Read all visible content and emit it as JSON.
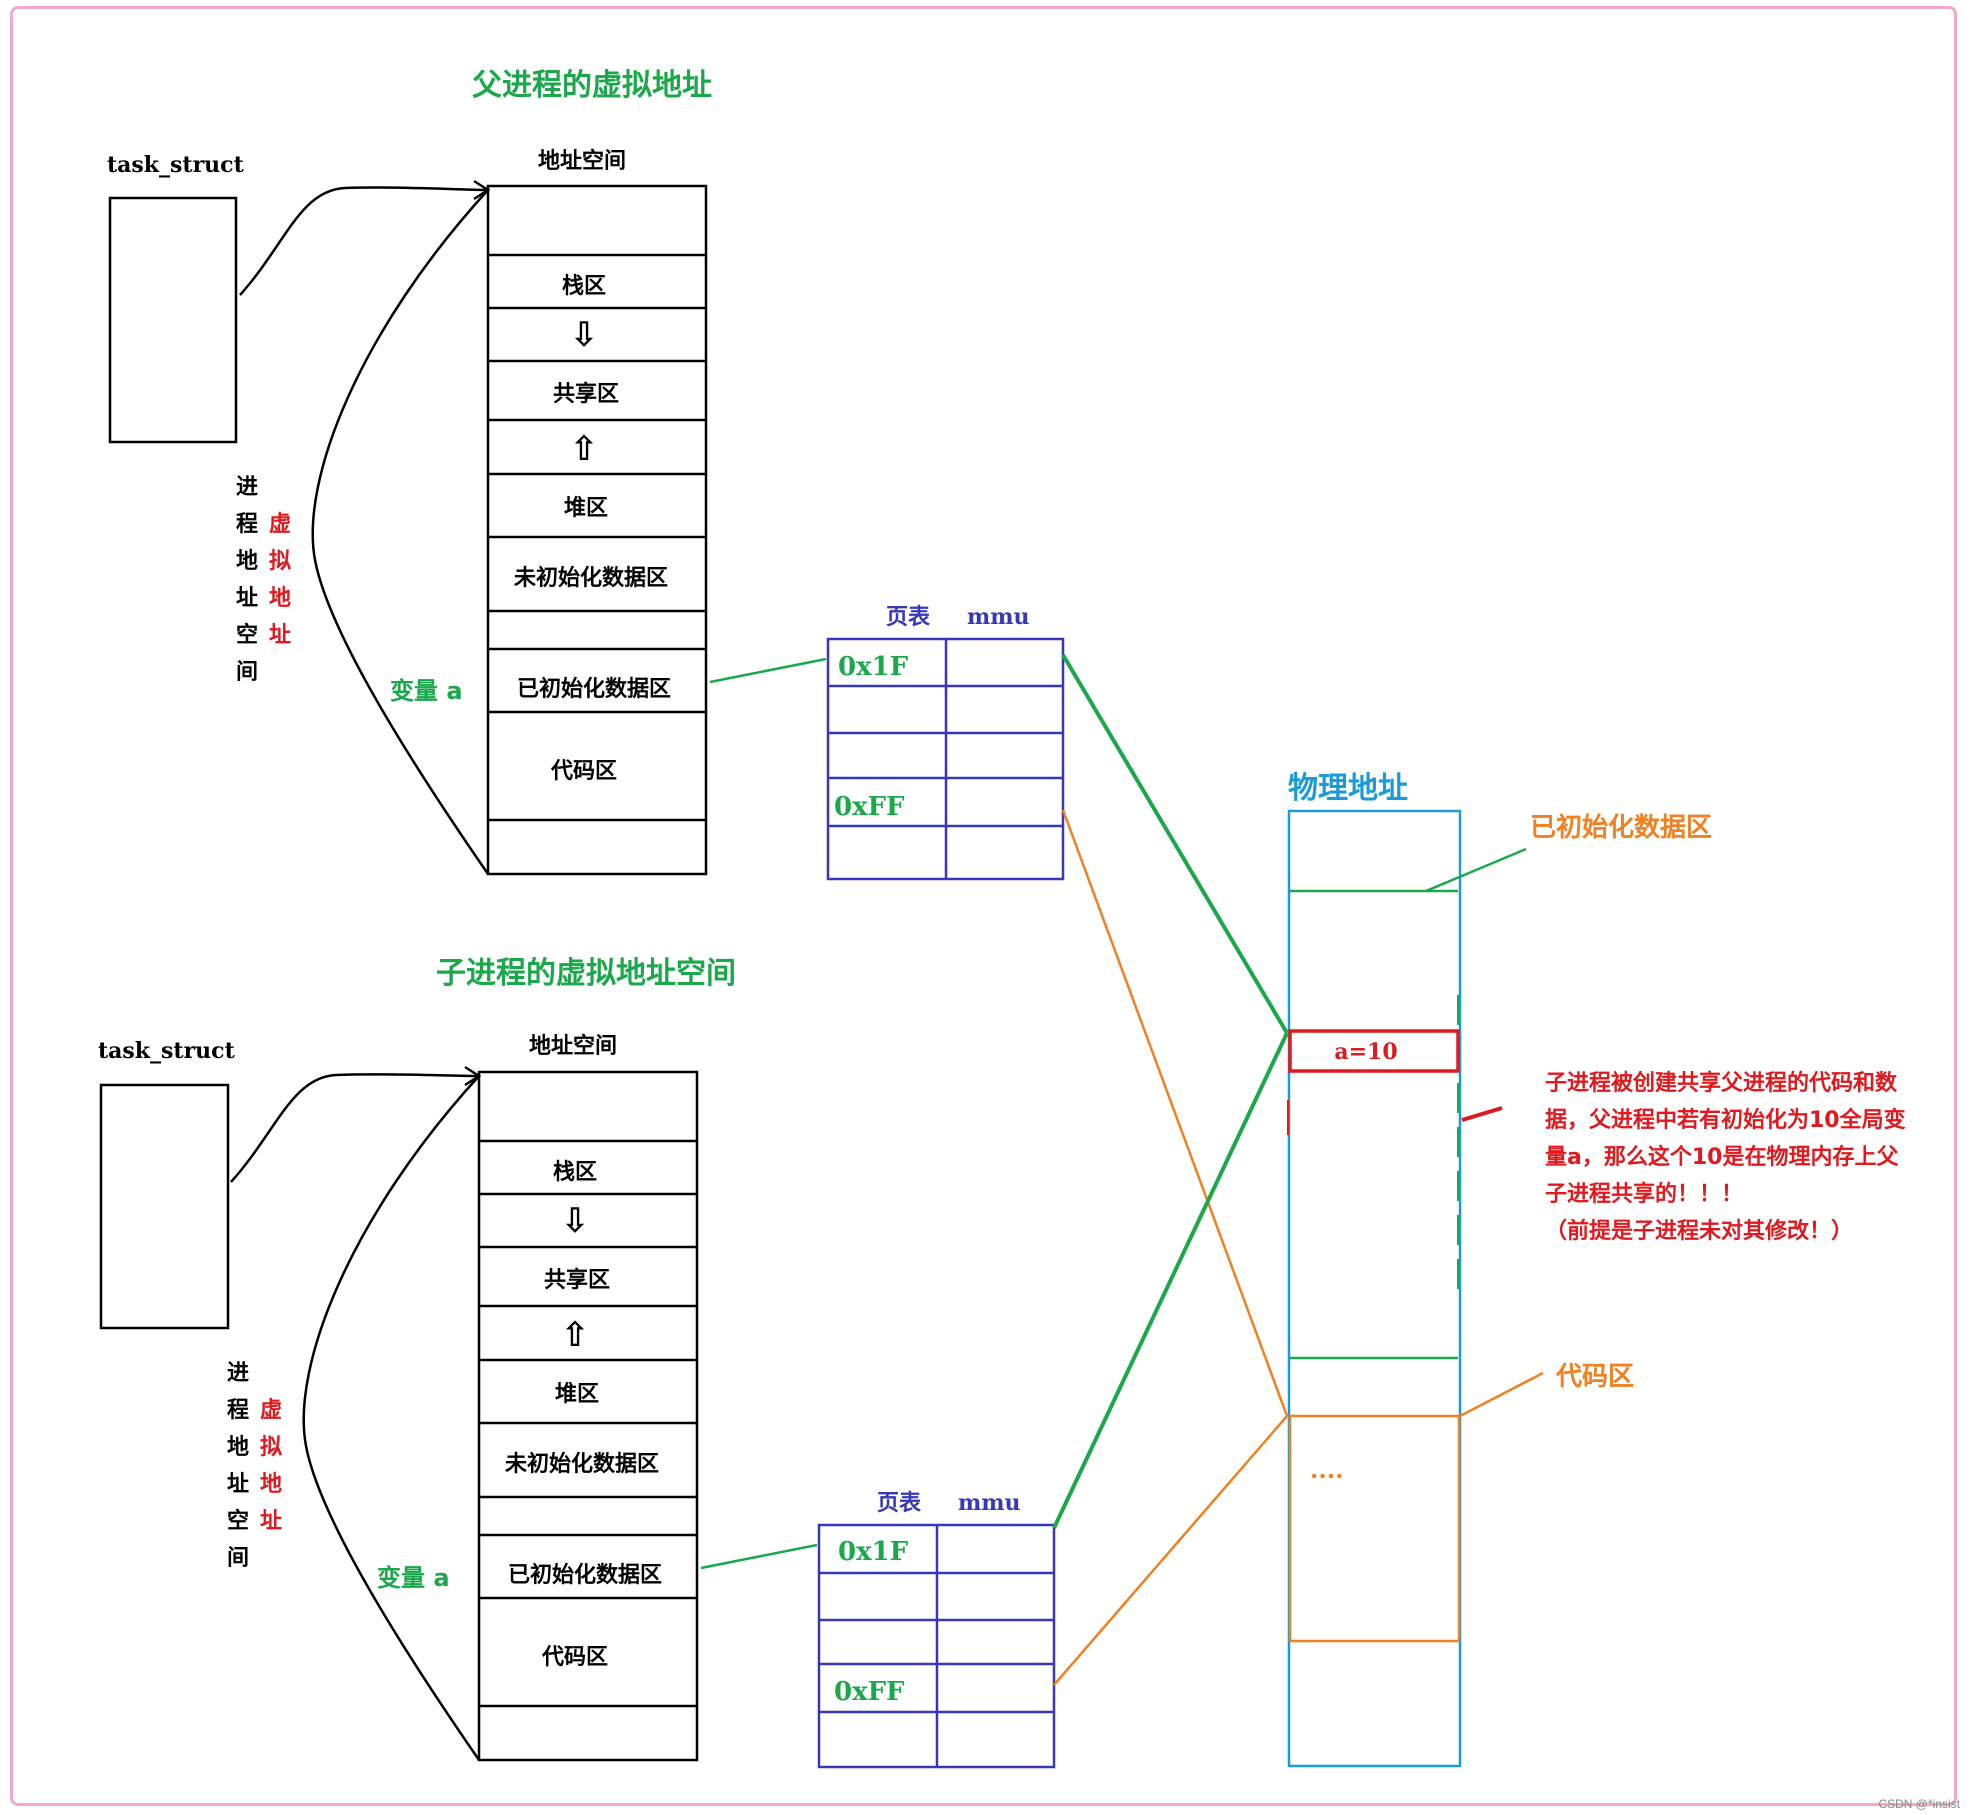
{
  "colors": {
    "green": "#1aa84a",
    "red": "#e0191e",
    "blue": "#3737b8",
    "orange": "#f08020",
    "cyan": "#1a9ad6",
    "black": "#000000",
    "frame": "#f4a7c9"
  },
  "parent": {
    "title": "父进程的虚拟地址",
    "task_struct": "task_struct",
    "addr_space_label": "地址空间",
    "segments": {
      "stack": "栈区",
      "shared": "共享区",
      "heap": "堆区",
      "uninit": "未初始化数据区",
      "init": "已初始化数据区",
      "code": "代码区"
    },
    "arrow_down": "⇩",
    "arrow_up": "⇧",
    "side_black": [
      "进",
      "程",
      "地",
      "址",
      "空",
      "间"
    ],
    "side_red": [
      "虚",
      "拟",
      "地",
      "址"
    ],
    "variable": "变量 a",
    "page_table_label": "页表",
    "mmu_label": "mmu",
    "pt_addr1": "0x1F",
    "pt_addr2": "0xFF"
  },
  "child": {
    "title": "子进程的虚拟地址空间",
    "task_struct": "task_struct",
    "addr_space_label": "地址空间",
    "segments": {
      "stack": "栈区",
      "shared": "共享区",
      "heap": "堆区",
      "uninit": "未初始化数据区",
      "init": "已初始化数据区",
      "code": "代码区"
    },
    "arrow_down": "⇩",
    "arrow_up": "⇧",
    "side_black": [
      "进",
      "程",
      "地",
      "址",
      "空",
      "间"
    ],
    "side_red": [
      "虚",
      "拟",
      "地",
      "址"
    ],
    "variable": "变量 a",
    "page_table_label": "页表",
    "mmu_label": "mmu",
    "pt_addr1": "0x1F",
    "pt_addr2": "0xFF"
  },
  "physical": {
    "title": "物理地址",
    "init_label": "已初始化数据区",
    "var_cell": "a=10",
    "code_label": "代码区",
    "dots": "....",
    "note_lines": [
      "子进程被创建共享父进程的代码和数",
      "据，父进程中若有初始化为10全局变",
      "量a，那么这个10是在物理内存上父",
      "子进程共享的！！！",
      "（前提是子进程未对其修改！）"
    ]
  },
  "watermark": "CSDN @*insist"
}
